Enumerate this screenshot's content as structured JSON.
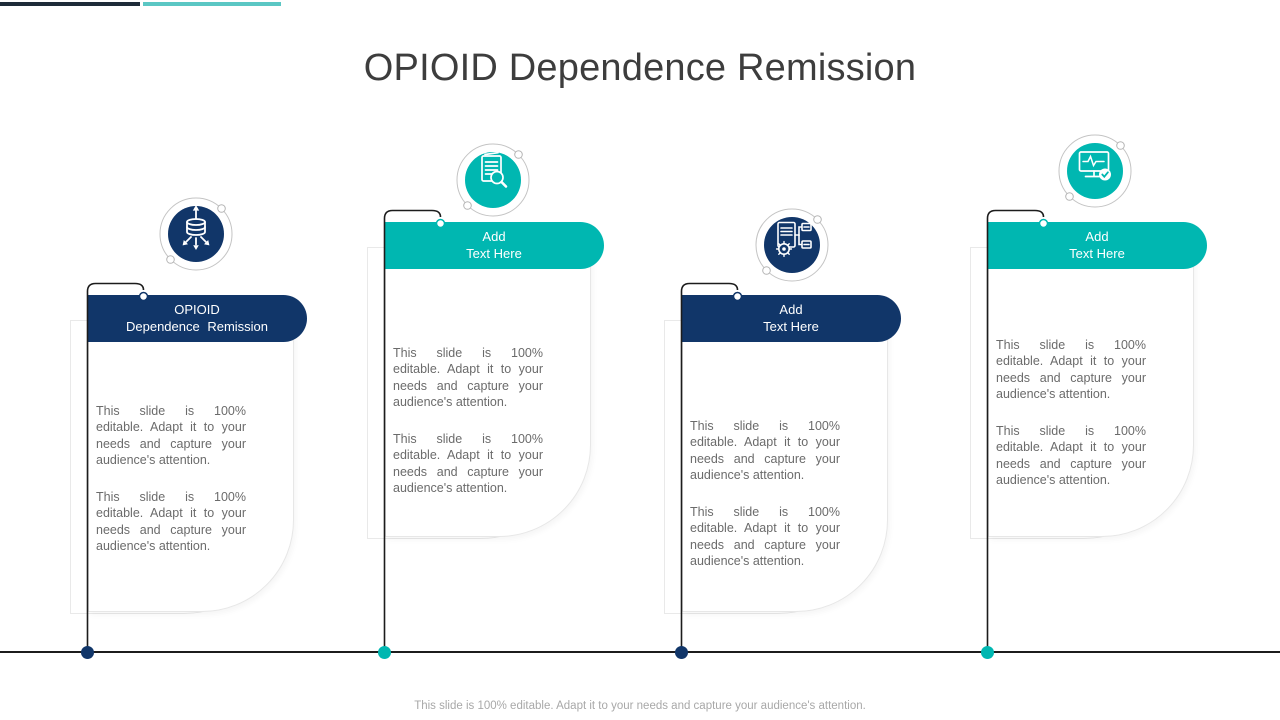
{
  "title": "OPIOID Dependence Remission",
  "footer": "This slide is 100% editable. Adapt it to your needs and capture your audience's attention.",
  "colors": {
    "navy": "#113669",
    "teal": "#00b7b1",
    "topbar_dark": "#1e2b39",
    "topbar_teal": "#5bc7c4",
    "title_text": "#3d3d3d",
    "body_text": "#6b6b6b",
    "footer_text": "#a8a8a8",
    "timeline_line": "#1c1c1c"
  },
  "columns": [
    {
      "accent": "navy",
      "icon": "data-distribution-icon",
      "title_line1": "OPIOID",
      "title_line2": "Dependence Remission",
      "para1": "This slide is 100% editable. Adapt it to your needs and capture your audience's attention.",
      "para2": "This slide is 100% editable. Adapt it to your needs and capture your audience's attention."
    },
    {
      "accent": "teal",
      "icon": "document-search-icon",
      "title_line1": "Add",
      "title_line2": "Text Here",
      "para1": "This slide is 100% editable. Adapt it to your needs and capture your audience's attention.",
      "para2": "This slide is 100% editable. Adapt it to your needs and capture your audience's attention."
    },
    {
      "accent": "navy",
      "icon": "server-network-icon",
      "title_line1": "Add",
      "title_line2": "Text Here",
      "para1": "This slide is 100% editable. Adapt it to your needs and capture your audience's attention.",
      "para2": "This slide is 100% editable. Adapt it to your needs and capture your audience's attention."
    },
    {
      "accent": "teal",
      "icon": "monitor-pulse-icon",
      "title_line1": "Add",
      "title_line2": "Text Here",
      "para1": "This slide is 100% editable. Adapt it to your needs and capture your audience's attention.",
      "para2": "This slide is 100% editable. Adapt it to your needs and capture your audience's attention."
    }
  ]
}
